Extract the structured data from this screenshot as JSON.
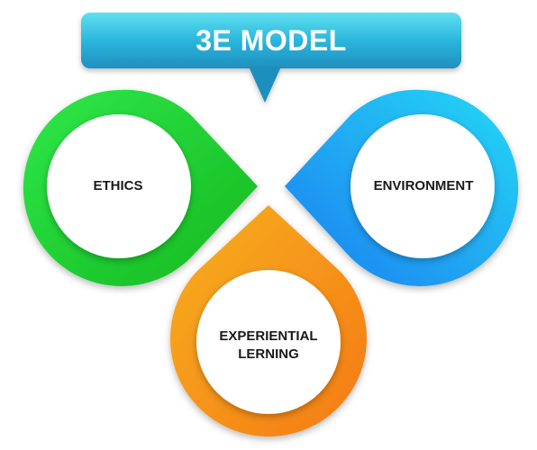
{
  "title": "3E MODEL",
  "nodes": {
    "ethics": {
      "label": "ETHICS",
      "color_start": "#2ee84a",
      "color_end": "#14b81e"
    },
    "environment": {
      "label": "ENVIRONMENT",
      "color_start": "#22d8f5",
      "color_end": "#1e7ef0"
    },
    "experiential": {
      "label_line1": "EXPERIENTIAL",
      "label_line2": "LERNING",
      "color_start": "#f6a623",
      "color_end": "#f57a12"
    }
  },
  "banner": {
    "color_top": "#5fe0f0",
    "color_bottom": "#1f8fbf"
  }
}
